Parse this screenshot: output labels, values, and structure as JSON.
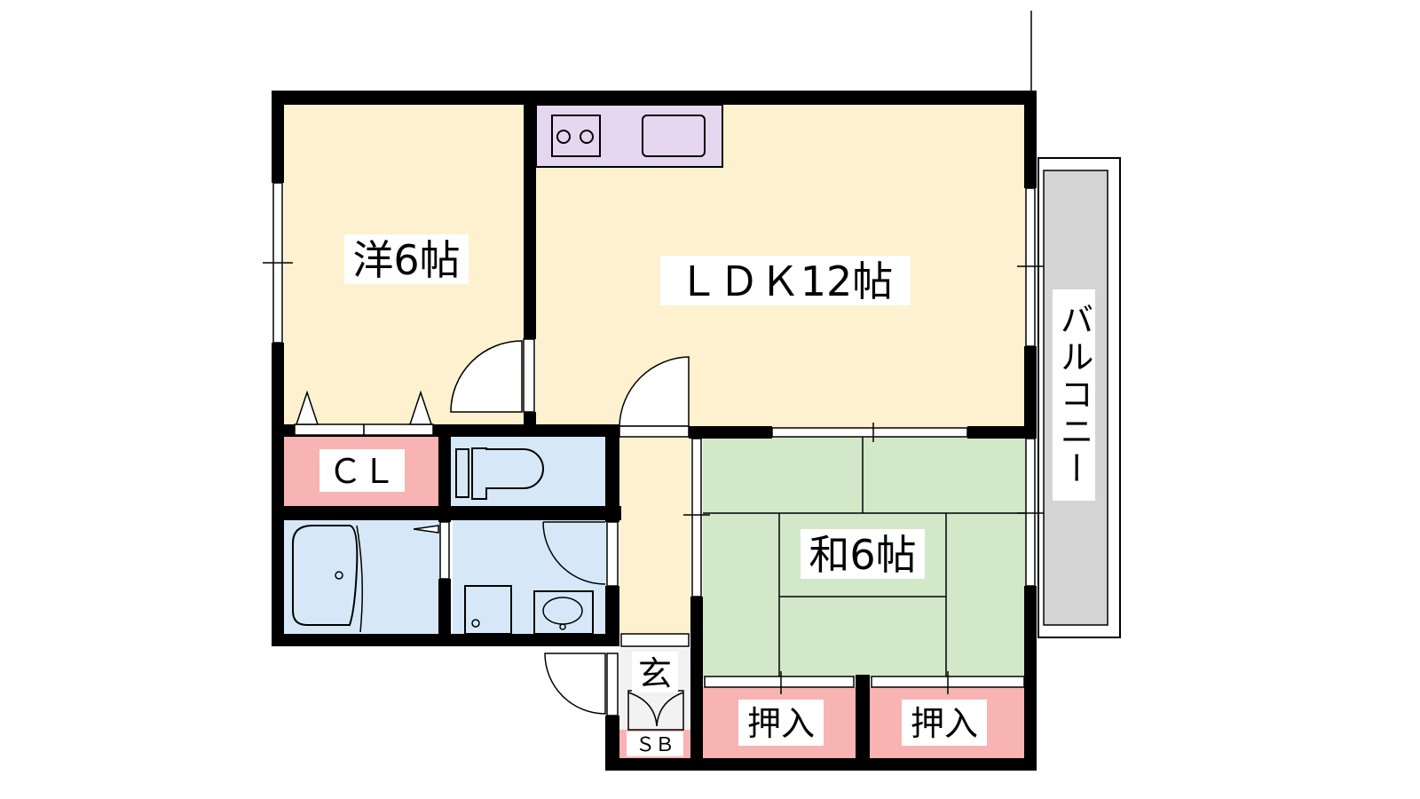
{
  "rooms": {
    "western_room": {
      "label": "洋6帖"
    },
    "ldk": {
      "label": "ＬＤＫ12帖"
    },
    "closet": {
      "label": "ＣＬ"
    },
    "japanese_room": {
      "label": "和6帖"
    },
    "oshiire_left": {
      "label": "押入"
    },
    "oshiire_right": {
      "label": "押入"
    },
    "entrance": {
      "label": "玄"
    },
    "shoe_box": {
      "label": "ＳＢ"
    },
    "balcony": {
      "label": "バルコニー"
    }
  },
  "colors": {
    "western_floor": "#fdf1cf",
    "ldk_floor": "#fdf1cf",
    "corridor_floor": "#fdf1cf",
    "japanese_floor": "#d2e8c9",
    "storage": "#f8b3b3",
    "wet_area": "#d6e8f8",
    "kitchen_counter": "#e6d6ef",
    "balcony_floor": "#d4d4d4",
    "wall": "#000000"
  }
}
